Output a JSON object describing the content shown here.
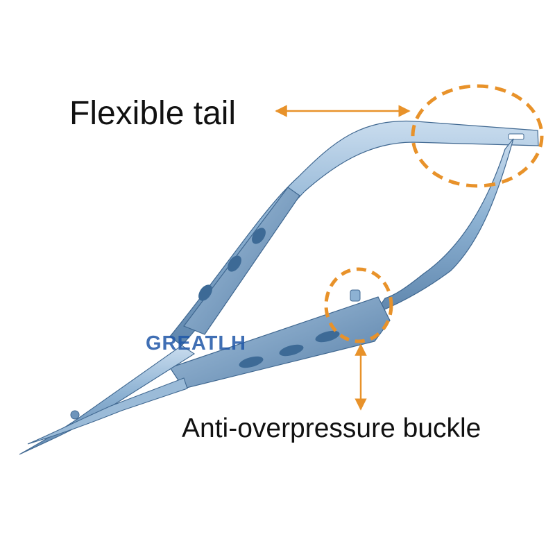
{
  "labels": {
    "flexible_tail": "Flexible tail",
    "anti_overpressure_buckle": "Anti-overpressure buckle"
  },
  "watermark": "GREATLH",
  "colors": {
    "background": "#ffffff",
    "callout_orange": "#e8922a",
    "instrument_blue": "#7fa6c9",
    "watermark_blue": "#1f57a8"
  }
}
